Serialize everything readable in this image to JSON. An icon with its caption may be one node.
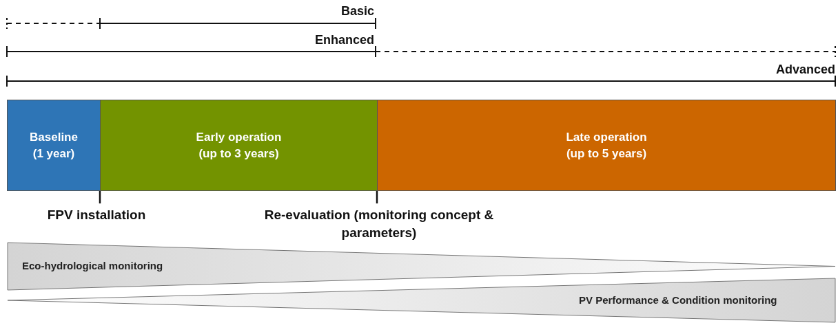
{
  "diagram": {
    "nodes": [
      {
        "text": [
          "Baseline",
          "(1 year)"
        ]
      },
      {
        "text": [
          "Early operation",
          "(up to 3 years)"
        ]
      },
      {
        "text": [
          "Late operation",
          "(up to 5 years)"
        ]
      },
      {
        "text": [
          "Eco-hydrological monitoring"
        ]
      },
      {
        "text": [
          "PV Performance & Condition monitoring"
        ]
      }
    ],
    "edges": [],
    "labels": [
      "Basic",
      "Enhanced",
      "Advanced",
      "FPV installation",
      "Re-evaluation (monitoring concept & parameters)"
    ]
  }
}
